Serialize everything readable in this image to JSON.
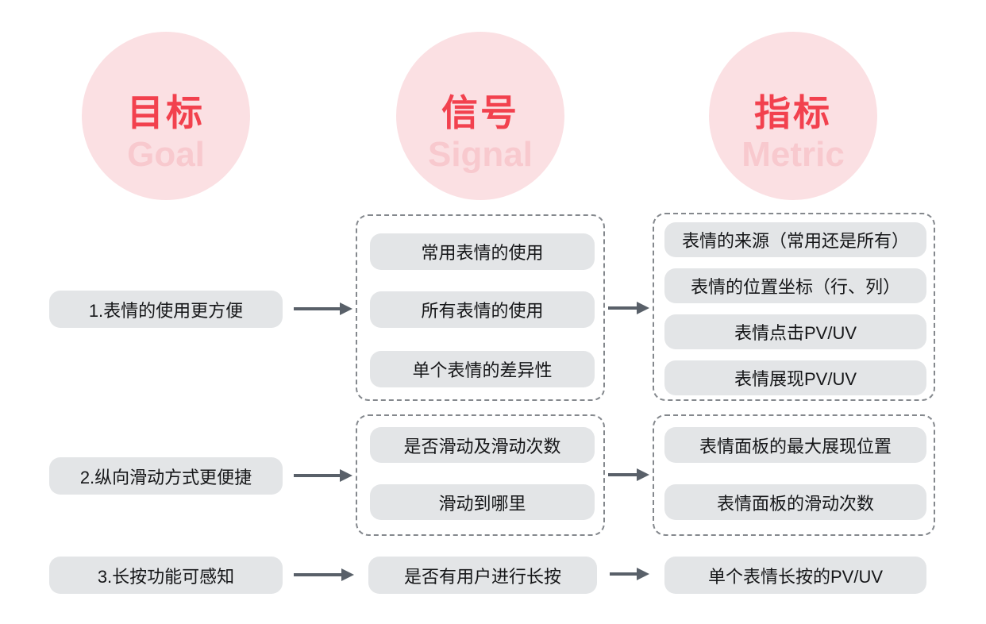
{
  "columns": [
    {
      "id": "goal",
      "zh": "目标",
      "en": "Goal"
    },
    {
      "id": "signal",
      "zh": "信号",
      "en": "Signal"
    },
    {
      "id": "metric",
      "zh": "指标",
      "en": "Metric"
    }
  ],
  "rows": [
    {
      "goal": "1.表情的使用更方便",
      "signals": [
        "常用表情的使用",
        "所有表情的使用",
        "单个表情的差异性"
      ],
      "metrics": [
        "表情的来源（常用还是所有）",
        "表情的位置坐标（行、列）",
        "表情点击PV/UV",
        "表情展现PV/UV"
      ]
    },
    {
      "goal": "2.纵向滑动方式更便捷",
      "signals": [
        "是否滑动及滑动次数",
        "滑动到哪里"
      ],
      "metrics": [
        "表情面板的最大展现位置",
        "表情面板的滑动次数"
      ]
    },
    {
      "goal": "3.长按功能可感知",
      "signals": [
        "是否有用户进行长按"
      ],
      "metrics": [
        "单个表情长按的PV/UV"
      ]
    }
  ],
  "colors": {
    "circle_fill": "#fbe0e3",
    "circle_title": "#f2414e",
    "circle_subtitle": "#f8c9ce",
    "pill_fill": "#e3e5e7",
    "pill_text": "#151618",
    "arrow": "#596069",
    "dash": "#84888d",
    "bg": "#ffffff"
  }
}
